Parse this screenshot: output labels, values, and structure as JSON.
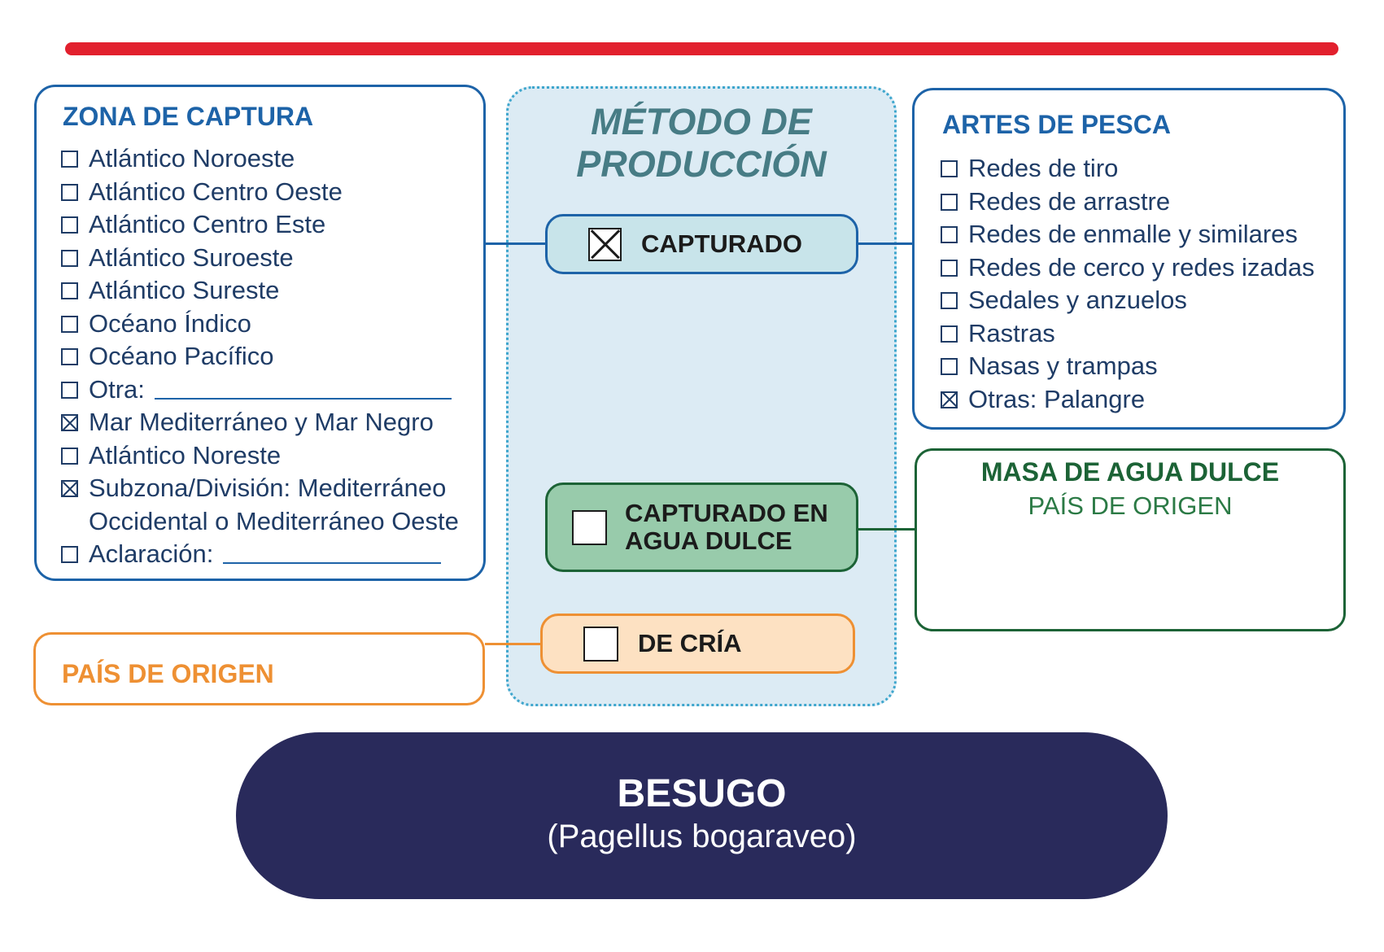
{
  "zona_captura": {
    "title": "ZONA DE CAPTURA",
    "items": [
      {
        "label": "Atlántico Noroeste",
        "checked": false
      },
      {
        "label": "Atlántico Centro Oeste",
        "checked": false
      },
      {
        "label": "Atlántico Centro Este",
        "checked": false
      },
      {
        "label": "Atlántico Suroeste",
        "checked": false
      },
      {
        "label": "Atlántico Sureste",
        "checked": false
      },
      {
        "label": "Océano Índico",
        "checked": false
      },
      {
        "label": "Océano Pacífico",
        "checked": false
      },
      {
        "label": "Otra:",
        "checked": false
      },
      {
        "label": "Mar Mediterráneo y Mar Negro",
        "checked": true
      },
      {
        "label": "Atlántico Noreste",
        "checked": false
      },
      {
        "label": "Subzona/División: Mediterráneo",
        "checked": true
      },
      {
        "label": "Occidental o Mediterráneo Oeste",
        "checked": true
      },
      {
        "label": "Aclaración:",
        "checked": false
      }
    ]
  },
  "metodo": {
    "title_line1": "MÉTODO DE",
    "title_line2": "PRODUCCIÓN",
    "options": [
      {
        "line1": "CAPTURADO",
        "checked": true
      },
      {
        "line1": "CAPTURADO EN",
        "line2": "AGUA DULCE",
        "checked": false
      },
      {
        "line1": "DE CRÍA",
        "checked": false
      }
    ]
  },
  "artes_pesca": {
    "title": "ARTES DE PESCA",
    "items": [
      {
        "label": "Redes de tiro",
        "checked": false
      },
      {
        "label": "Redes de arrastre",
        "checked": false
      },
      {
        "label": "Redes de enmalle y similares",
        "checked": false
      },
      {
        "label": "Redes de cerco y redes izadas",
        "checked": false
      },
      {
        "label": "Sedales y anzuelos",
        "checked": false
      },
      {
        "label": "Rastras",
        "checked": false
      },
      {
        "label": "Nasas y trampas",
        "checked": false
      },
      {
        "label": "Otras: Palangre",
        "checked": true
      }
    ]
  },
  "masa_agua": {
    "title": "MASA DE AGUA DULCE",
    "subtitle": "PAÍS DE ORIGEN"
  },
  "pais_origen": {
    "title": "PAÍS DE ORIGEN"
  },
  "especie": {
    "name": "BESUGO",
    "scientific": "(Pagellus bogaraveo)"
  },
  "colors": {
    "accent_red": "#e2202d",
    "blue": "#1d63a8",
    "green": "#1c6336",
    "orange": "#ee9033",
    "navy": "#292a5b"
  }
}
